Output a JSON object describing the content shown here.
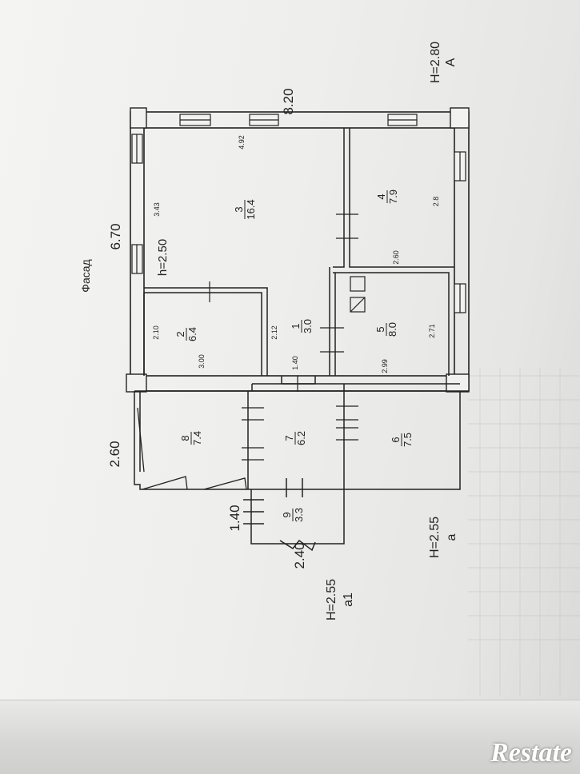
{
  "drawing": {
    "facade_label": "Фасад",
    "overall_width": "8.20",
    "overall_depth": "6.70",
    "extension_depth": "2.60",
    "porch_depth": "1.40",
    "porch_width": "2.40",
    "height_main": "h=2.50",
    "section_A": {
      "letter": "А",
      "height": "H=2.80"
    },
    "section_a": {
      "letter": "а",
      "height": "H=2.55"
    },
    "section_a1": {
      "letter": "а1",
      "height": "H=2.55"
    }
  },
  "rooms": [
    {
      "number": "1",
      "area": "3.0"
    },
    {
      "number": "2",
      "area": "6.4"
    },
    {
      "number": "3",
      "area": "16.4"
    },
    {
      "number": "4",
      "area": "7.9"
    },
    {
      "number": "5",
      "area": "8.0"
    },
    {
      "number": "6",
      "area": "7.5"
    },
    {
      "number": "7",
      "area": "6.2"
    },
    {
      "number": "8",
      "area": "7.4"
    },
    {
      "number": "9",
      "area": "3.3"
    }
  ],
  "dimensions": {
    "d_4_92": "4.92",
    "d_3_43": "3.43",
    "d_2_8": "2.8",
    "d_2_60": "2.60",
    "d_2_10": "2.10",
    "d_3_00": "3.00",
    "d_2_12": "2.12",
    "d_1_40": "1.40",
    "d_2_71": "2.71",
    "d_2_99": "2.99"
  },
  "watermark": "Restate",
  "colors": {
    "ink": "#222222",
    "paper": "#f1f1ef",
    "grid": "#b9b9c8"
  }
}
